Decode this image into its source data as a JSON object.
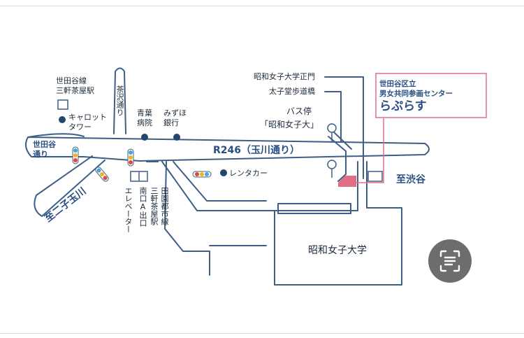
{
  "map": {
    "stations": {
      "setagaya_line": [
        "世田谷線",
        "三軒茶屋駅"
      ],
      "denentoshi_line": "田園都市線",
      "sangenjaya": "三軒茶屋駅",
      "south_exit": "南口A出口",
      "elevator": "エレベーター"
    },
    "roads": {
      "r246": "R246（玉川通り）",
      "setagaya_dori": [
        "世田谷",
        "通り"
      ],
      "chazawa_dori": "茶沢通り",
      "to_futakotamagawa": "至二子玉川",
      "to_shibuya": "至渋谷"
    },
    "landmarks": {
      "carrot_tower": [
        "キャロット",
        "タワー"
      ],
      "aoba_hospital": [
        "青葉",
        "病院"
      ],
      "mizuho_bank": [
        "みずほ",
        "銀行"
      ],
      "rent_a_car": "レンタカー",
      "university_gate": "昭和女子大学正門",
      "taishido_bridge": "太子堂歩道橋",
      "bus_stop": "バス停",
      "bus_stop_name": "「昭和女子大」",
      "university": "昭和女子大学"
    },
    "destination": {
      "org": "世田谷区立",
      "subtitle": "男女共同参画センター",
      "name": "らぷらす",
      "color": "#e06f86"
    },
    "colors": {
      "road_outline": "#3d5f86",
      "signal_green": "#f2b21c",
      "signal_red": "#e2483d",
      "signal_blue": "#4aa6d9",
      "poi_dot": "#23466f"
    }
  },
  "ui": {
    "scan_icon": "document-scan-icon"
  }
}
